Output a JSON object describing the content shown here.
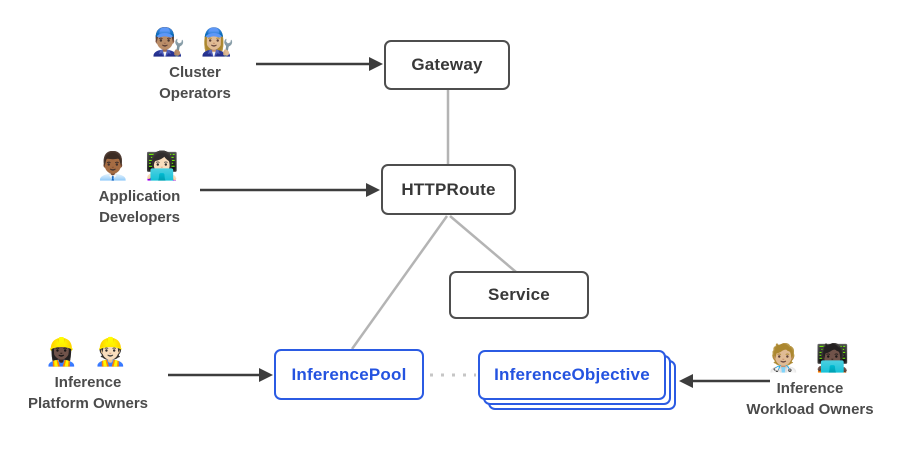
{
  "diagram": {
    "description": "Gateway API inference extension roles and resources diagram"
  },
  "colors": {
    "gray_box_border": "#4e4e4e",
    "gray_box_text": "#383838",
    "blue_accent": "#2b5be3",
    "connector_gray": "#b4b4b4",
    "dotted_gray": "#c6c6c6",
    "arrow_dark": "#3d3d3d",
    "persona_label_gray": "#4b4b4b"
  },
  "nodes": {
    "gateway": {
      "label": "Gateway"
    },
    "httproute": {
      "label": "HTTPRoute"
    },
    "service": {
      "label": "Service"
    },
    "inference_pool": {
      "label": "InferencePool"
    },
    "inference_objective": {
      "label": "InferenceObjective"
    }
  },
  "personas": [
    {
      "emojis": "👨🏽‍🔧 👩🏼‍🔧",
      "label_line1": "Cluster",
      "label_line2": "Operators"
    },
    {
      "emojis": "👨🏾‍💼 👩🏻‍💻",
      "label_line1": "Application",
      "label_line2": "Developers"
    },
    {
      "emojis": "👷🏿‍♀️ 👷🏻",
      "label_line1": "Inference",
      "label_line2": "Platform Owners"
    },
    {
      "emojis": "🧑🏼‍⚕️ 🧑🏿‍💻",
      "label_line1": "Inference",
      "label_line2": "Workload Owners"
    }
  ]
}
